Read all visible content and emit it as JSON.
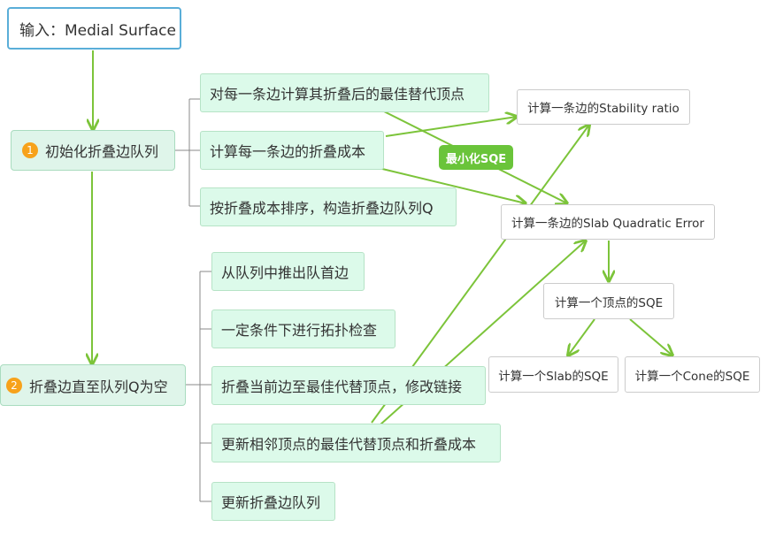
{
  "root": {
    "label": "输入：Medial Surface"
  },
  "steps": [
    {
      "number": "1",
      "label": "初始化折叠边队列",
      "substeps": [
        "对每一条边计算其折叠后的最佳替代顶点",
        "计算每一条边的折叠成本",
        "按折叠成本排序，构造折叠边队列Q"
      ]
    },
    {
      "number": "2",
      "label": "折叠边直至队列Q为空",
      "substeps": [
        "从队列中推出队首边",
        "一定条件下进行拓扑检查",
        "折叠当前边至最佳代替顶点，修改链接",
        "更新相邻顶点的最佳代替顶点和折叠成本",
        "更新折叠边队列"
      ]
    }
  ],
  "side_nodes": {
    "stability": "计算一条边的Stability ratio",
    "slab_qe": "计算一条边的Slab Quadratic Error",
    "vertex_sqe": "计算一个顶点的SQE",
    "slab_sqe": "计算一个Slab的SQE",
    "cone_sqe": "计算一个Cone的SQE"
  },
  "tag": {
    "label": "最小化SQE"
  },
  "colors": {
    "arrow": "#7cc43a",
    "connector": "#888888",
    "root_border": "#5aaed8",
    "badge": "#f7a21b",
    "tag": "#6ac43a",
    "node_fill": "#dcfaea"
  }
}
